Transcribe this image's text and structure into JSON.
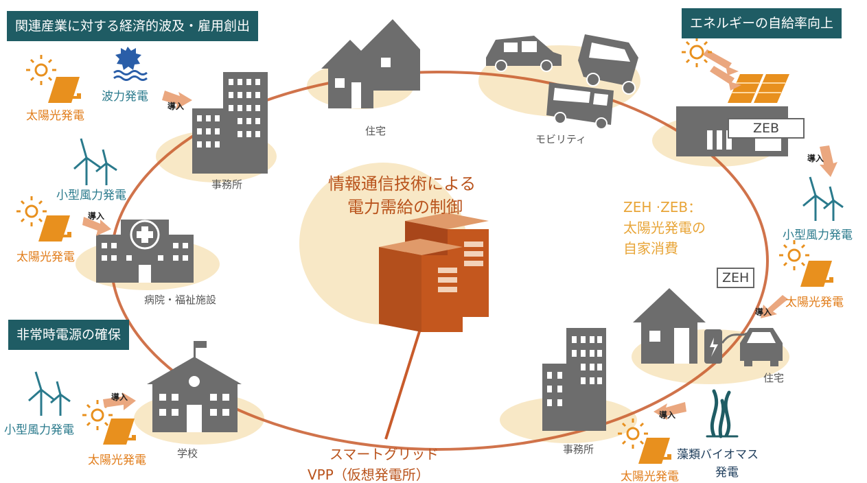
{
  "banners": {
    "industry": "関連産業に対する経済的波及・雇用創出",
    "energy": "エネルギーの自給率向上",
    "emergency": "非常時電源の確保"
  },
  "center": {
    "line1": "情報通信技術による",
    "line2": "電力需給の制御"
  },
  "grid": {
    "line1": "スマートグリッド",
    "line2": "VPP（仮想発電所）"
  },
  "zeh_zeb_note": {
    "line1": "ZEH ·ZEB：",
    "line2": "太陽光発電の",
    "line3": "自家消費"
  },
  "signs": {
    "zeb": "ZEB",
    "zeh": "ZEH"
  },
  "nodes": {
    "house_top": "住宅",
    "mobility": "モビリティ",
    "office_left": "事務所",
    "hospital": "病院・福祉施設",
    "school": "学校",
    "office_bottom": "事務所",
    "house_right": "住宅"
  },
  "sources": {
    "solar_a": "太陽光発電",
    "wave": "波力発電",
    "wind_a": "小型風力発電",
    "solar_b": "太陽光発電",
    "wind_b": "小型風力発電",
    "solar_c": "太陽光発電",
    "wind_c": "小型風力発電",
    "solar_d": "太陽光発電",
    "algae_line1": "藻類バイオマス",
    "algae_line2": "発電",
    "solar_e": "太陽光発電"
  },
  "intro_label": "導入",
  "colors": {
    "banner": "#1f5c64",
    "ring": "#c85b2b",
    "orange": "#e8901e",
    "teal": "#2a7a8c",
    "gray": "#6d6d6d",
    "halo": "#f8e8c6",
    "server": "#c4571e"
  },
  "icons": [
    "sun-icon",
    "solar-panel-icon",
    "wind-turbine-icon",
    "wave-power-icon",
    "algae-icon",
    "car-icon",
    "tuk-tuk-icon",
    "bus-icon",
    "house-icon",
    "office-building-icon",
    "hospital-icon",
    "school-icon",
    "ev-charger-icon",
    "server-icon"
  ]
}
